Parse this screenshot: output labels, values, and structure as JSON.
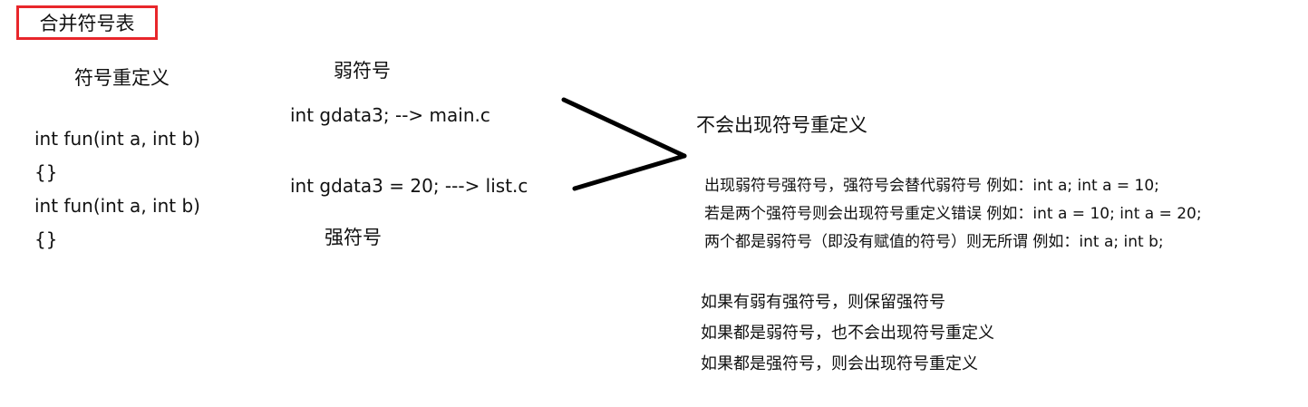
{
  "title": "合并符号表",
  "left_panel": {
    "heading": "符号重定义",
    "code_lines": [
      "int  fun(int a, int b)",
      "{}",
      "int fun(int a, int b)",
      "{}"
    ]
  },
  "middle_panel": {
    "weak_label": "弱符号",
    "weak_code": "int   gdata3;   --> main.c",
    "strong_code": "int gdata3 = 20;   ---> list.c",
    "strong_label": "强符号"
  },
  "right_panel": {
    "conclusion": "不会出现符号重定义",
    "notes": [
      "出现弱符号强符号，强符号会替代弱符号  例如：int a;  int a = 10;",
      "若是两个强符号则会出现符号重定义错误  例如：int a = 10; int a = 20;",
      "两个都是弱符号（即没有赋值的符号）则无所谓  例如：int a; int b;"
    ],
    "rules": [
      "如果有弱有强符号，则保留强符号",
      "如果都是弱符号，也不会出现符号重定义",
      "如果都是强符号，则会出现符号重定义"
    ]
  },
  "colors": {
    "title_border": "#e8262b",
    "text": "#111111",
    "arrow": "#000000"
  }
}
